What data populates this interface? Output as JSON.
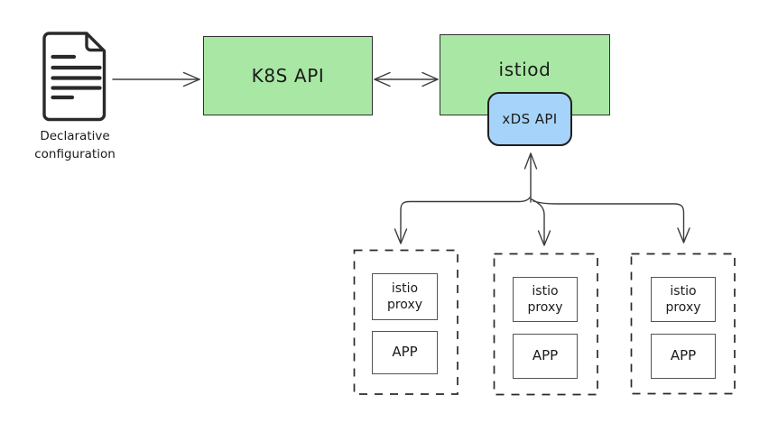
{
  "diagram": {
    "document": {
      "icon": "document-icon",
      "label": "Declarative configuration"
    },
    "nodes": {
      "k8s_api": {
        "label": "K8S API"
      },
      "istiod": {
        "label": "istiod"
      },
      "xds_api": {
        "label": "xDS API"
      }
    },
    "pods": [
      {
        "proxy_label": "istio proxy",
        "app_label": "APP"
      },
      {
        "proxy_label": "istio proxy",
        "app_label": "APP"
      },
      {
        "proxy_label": "istio proxy",
        "app_label": "APP"
      }
    ],
    "edges": [
      {
        "from": "declarative-configuration",
        "to": "k8s-api",
        "arrows": "end"
      },
      {
        "from": "k8s-api",
        "to": "istiod",
        "arrows": "both"
      },
      {
        "from": "xds-api",
        "to": "pod-1",
        "arrows": "both"
      },
      {
        "from": "xds-api",
        "to": "pod-2",
        "arrows": "both"
      },
      {
        "from": "xds-api",
        "to": "pod-3",
        "arrows": "both"
      }
    ]
  },
  "colors": {
    "canvas-bg": "#ffffff",
    "node-green": "#a9e8a4",
    "node-blue": "#a6d3fa",
    "stroke-dark": "#2a2a2a",
    "stroke-gray": "#545454",
    "arrow": "#3c3c3c"
  }
}
